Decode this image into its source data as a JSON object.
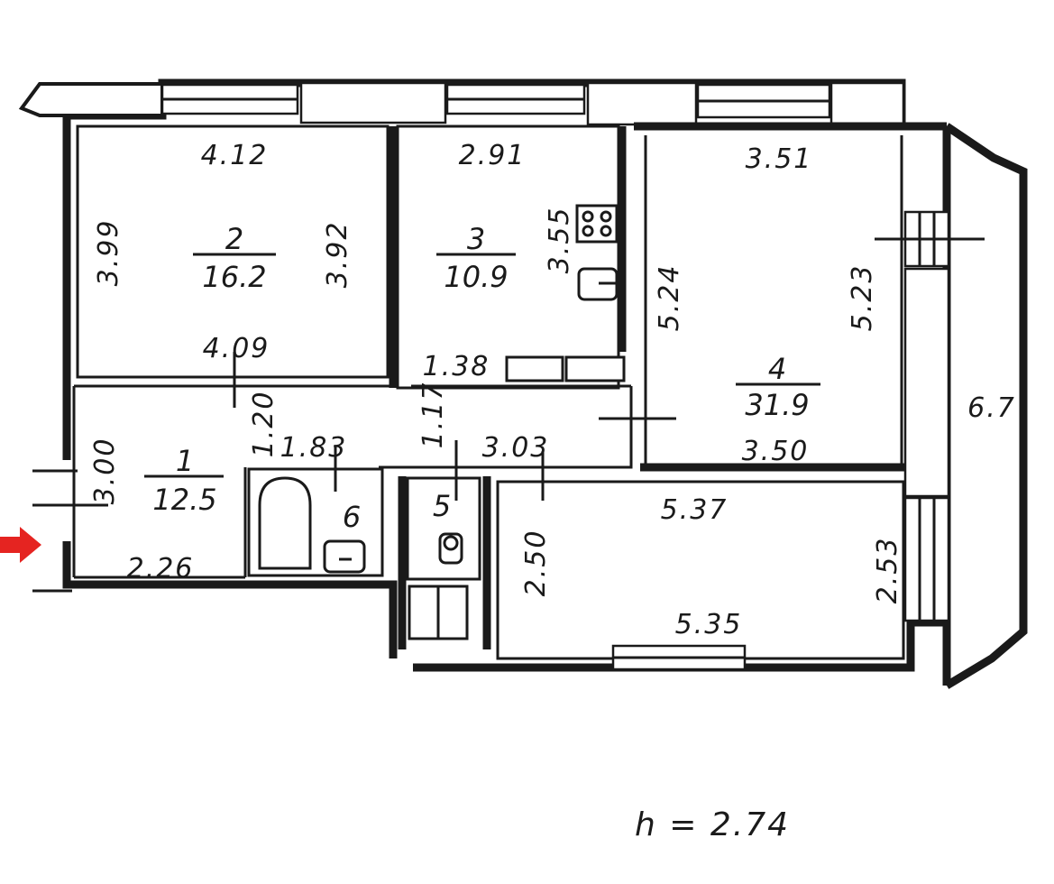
{
  "plan": {
    "rooms": [
      {
        "number": "1",
        "area": "12.5"
      },
      {
        "number": "2",
        "area": "16.2"
      },
      {
        "number": "3",
        "area": "10.9"
      },
      {
        "number": "4",
        "area": "31.9"
      },
      {
        "number": "5",
        "area": ""
      },
      {
        "number": "6",
        "area": ""
      }
    ],
    "dimensions": {
      "r2_top": "4.12",
      "r2_left": "3.99",
      "r2_right": "3.92",
      "r2_bottom": "4.09",
      "r3_top": "2.91",
      "r3_right": "3.55",
      "r3_bottom": "1.38",
      "r4_top": "3.51",
      "r4_left": "5.24",
      "r4_right": "5.23",
      "r4_bottom": "3.50",
      "hall_door": "1.20",
      "hall_width": "1.83",
      "corridor_width": "1.17",
      "corridor_length": "3.03",
      "r1_left": "3.00",
      "r1_bottom": "2.26",
      "balcony_top": "5.37",
      "balcony_left": "2.50",
      "balcony_right": "2.53",
      "balcony_bottom": "5.35",
      "loggia_side": "6.7"
    },
    "ceiling_height": "h = 2.74",
    "colors": {
      "entrance_arrow": "#e52421",
      "wall": "#1a1a1a"
    },
    "icons": {
      "entrance": "arrow-right-icon"
    }
  }
}
